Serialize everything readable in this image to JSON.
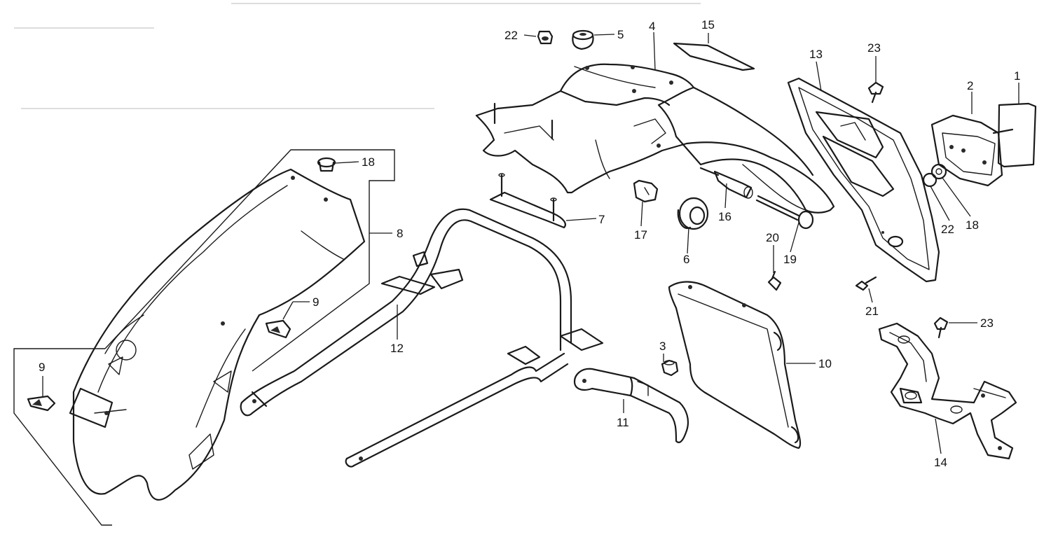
{
  "diagram": {
    "callouts": [
      {
        "id": "c1",
        "label": "1"
      },
      {
        "id": "c2",
        "label": "2"
      },
      {
        "id": "c3",
        "label": "3"
      },
      {
        "id": "c4",
        "label": "4"
      },
      {
        "id": "c5",
        "label": "5"
      },
      {
        "id": "c6",
        "label": "6"
      },
      {
        "id": "c7",
        "label": "7"
      },
      {
        "id": "c8",
        "label": "8"
      },
      {
        "id": "c9a",
        "label": "9"
      },
      {
        "id": "c9b",
        "label": "9"
      },
      {
        "id": "c10",
        "label": "10"
      },
      {
        "id": "c11",
        "label": "11"
      },
      {
        "id": "c12",
        "label": "12"
      },
      {
        "id": "c13",
        "label": "13"
      },
      {
        "id": "c14",
        "label": "14"
      },
      {
        "id": "c15",
        "label": "15"
      },
      {
        "id": "c16",
        "label": "16"
      },
      {
        "id": "c17",
        "label": "17"
      },
      {
        "id": "c18a",
        "label": "18"
      },
      {
        "id": "c18b",
        "label": "18"
      },
      {
        "id": "c19",
        "label": "19"
      },
      {
        "id": "c20",
        "label": "20"
      },
      {
        "id": "c21",
        "label": "21"
      },
      {
        "id": "c22a",
        "label": "22"
      },
      {
        "id": "c22b",
        "label": "22"
      },
      {
        "id": "c23a",
        "label": "23"
      },
      {
        "id": "c23b",
        "label": "23"
      }
    ]
  }
}
